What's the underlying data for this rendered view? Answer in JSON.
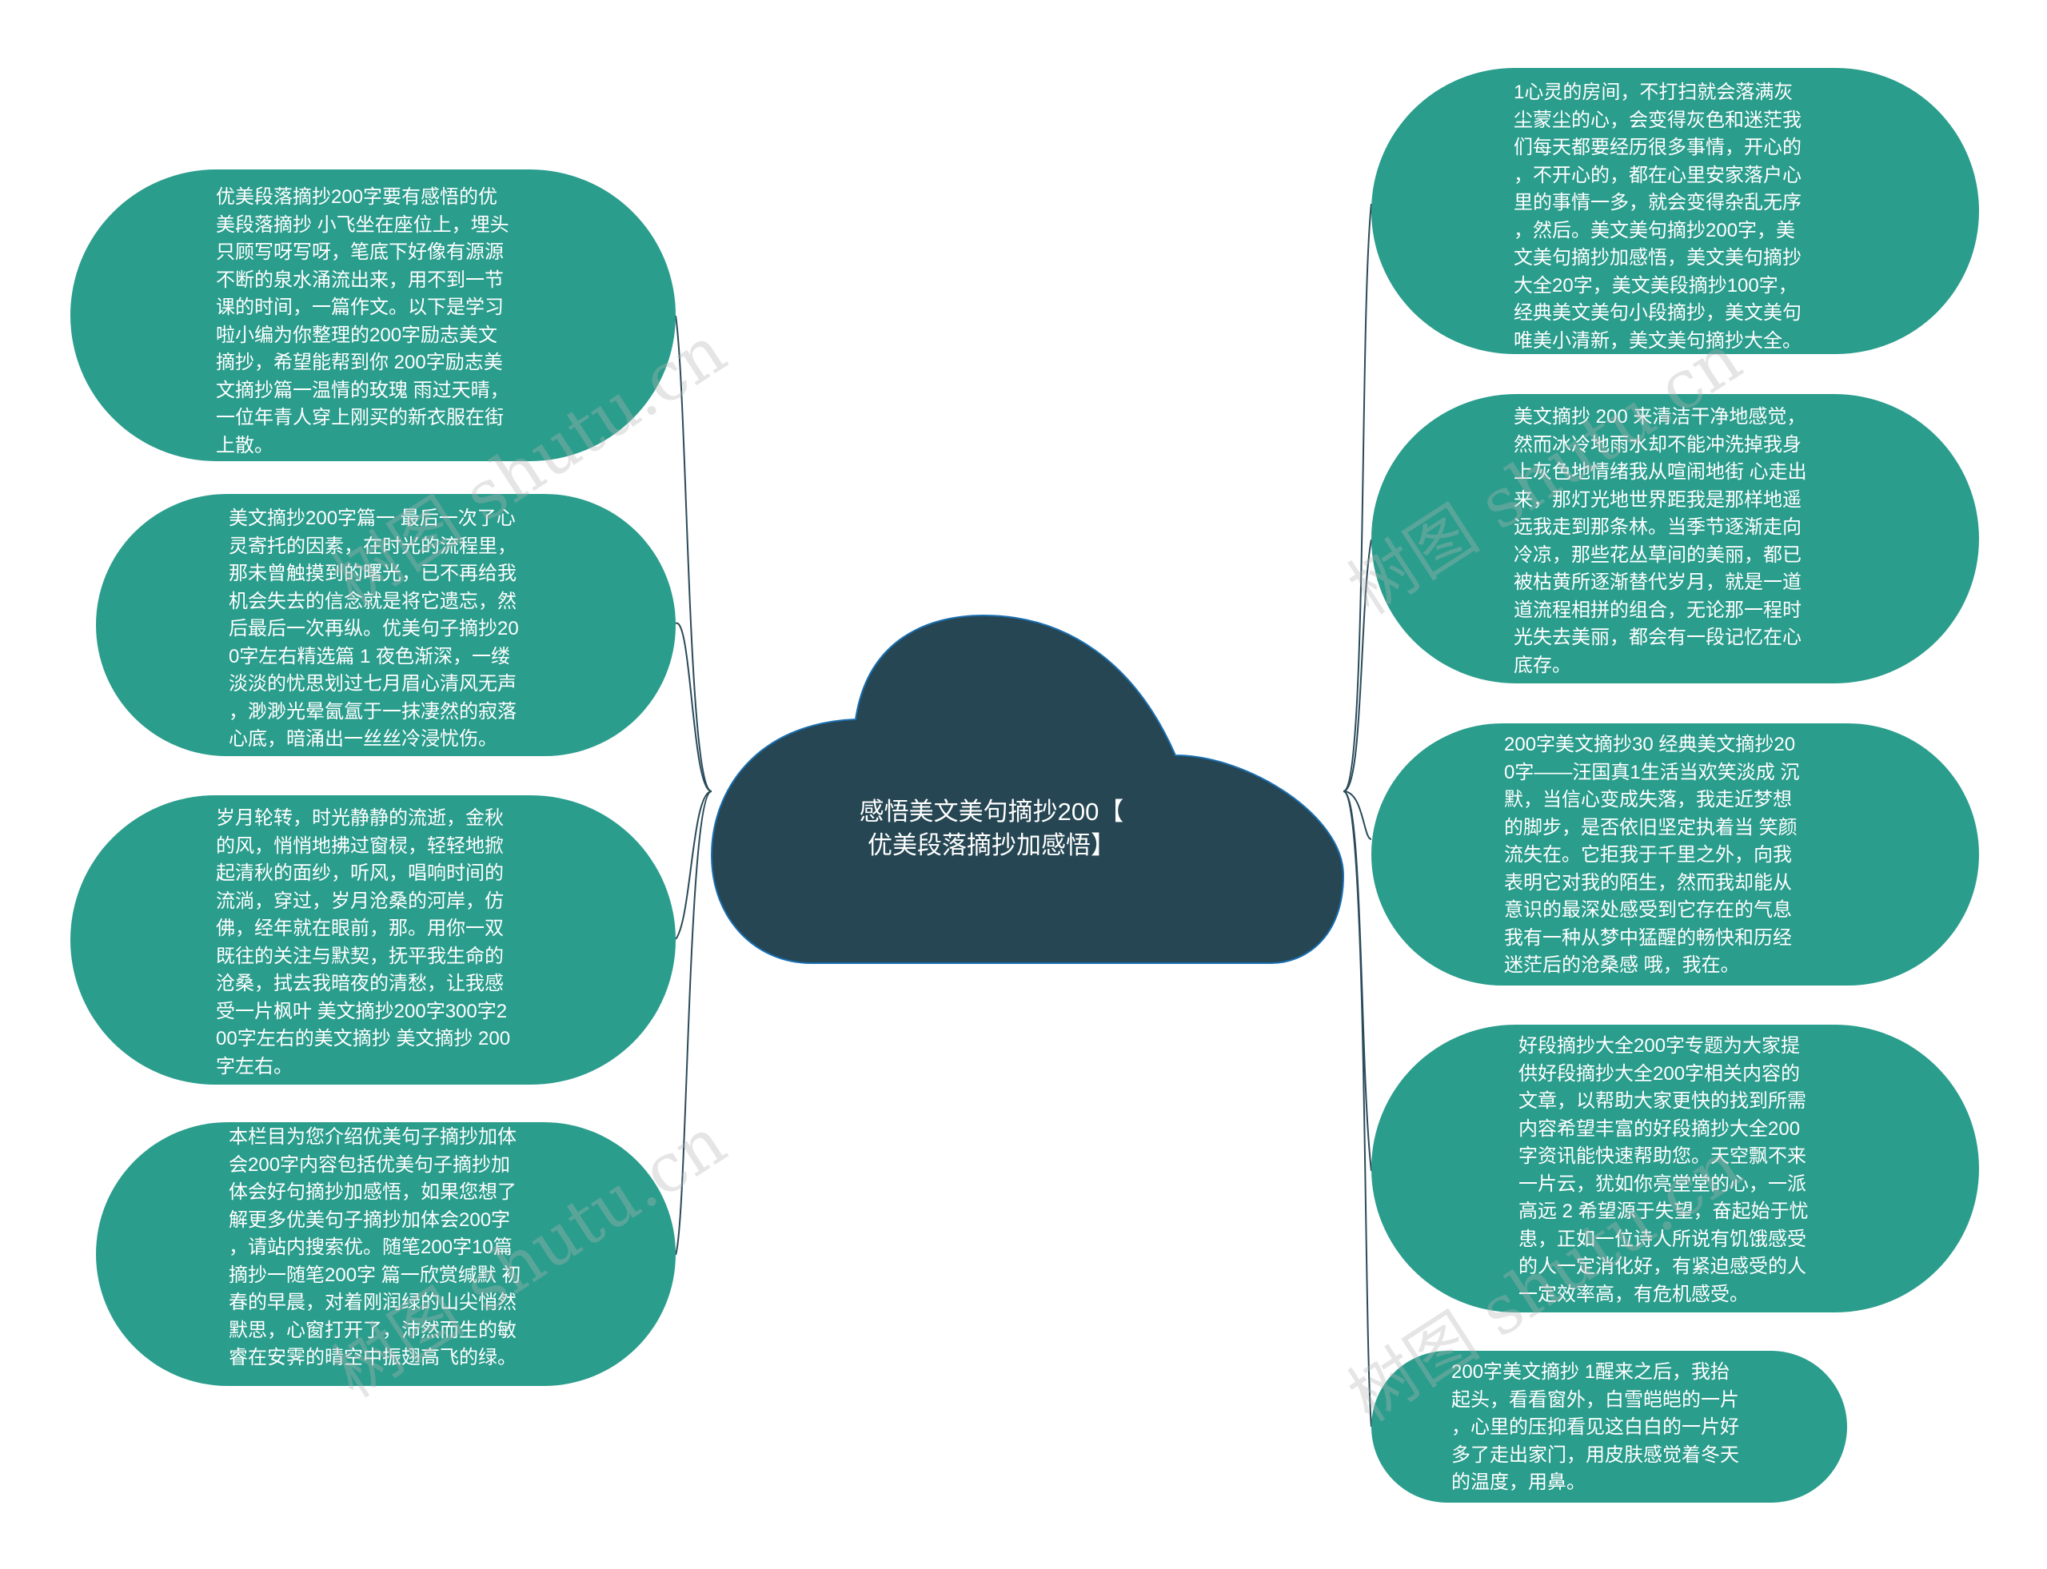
{
  "central": {
    "title_line1": "感悟美文美句摘抄200【",
    "title_line2": "优美段落摘抄加感悟】"
  },
  "left_nodes": [
    {
      "text": "优美段落摘抄200字要有感悟的优\n美段落摘抄 小飞坐在座位上，埋头\n只顾写呀写呀，笔底下好像有源源\n不断的泉水涌流出来，用不到一节\n课的时间，一篇作文。以下是学习\n啦小编为你整理的200字励志美文\n摘抄，希望能帮到你 200字励志美\n文摘抄篇一温情的玫瑰 雨过天晴，\n一位年青人穿上刚买的新衣服在街\n上散。"
    },
    {
      "text": "美文摘抄200字篇一 最后一次了心\n灵寄托的因素，在时光的流程里，\n那未曾触摸到的曙光，已不再给我\n机会失去的信念就是将它遗忘，然\n后最后一次再纵。优美句子摘抄20\n0字左右精选篇 1 夜色渐深，一缕\n淡淡的忧思划过七月眉心清风无声\n，渺渺光晕氤氲于一抹凄然的寂落\n心底，暗涌出一丝丝冷浸忧伤。"
    },
    {
      "text": "岁月轮转，时光静静的流逝，金秋\n的风，悄悄地拂过窗棂，轻轻地掀\n起清秋的面纱，听风，唱响时间的\n流淌，穿过，岁月沧桑的河岸，仿\n佛，经年就在眼前，那。用你一双\n既往的关注与默契，抚平我生命的\n沧桑，拭去我暗夜的清愁，让我感\n受一片枫叶 美文摘抄200字300字2\n00字左右的美文摘抄 美文摘抄 200\n字左右。"
    },
    {
      "text": "本栏目为您介绍优美句子摘抄加体\n会200字内容包括优美句子摘抄加\n体会好句摘抄加感悟，如果您想了\n解更多优美句子摘抄加体会200字\n，请站内搜索优。随笔200字10篇\n摘抄一随笔200字 篇一欣赏缄默 初\n春的早晨，对着刚润绿的山尖悄然\n默思，心窗打开了，沛然而生的敏\n睿在安霁的晴空中振翅高飞的绿。"
    }
  ],
  "right_nodes": [
    {
      "text": "1心灵的房间，不打扫就会落满灰\n尘蒙尘的心，会变得灰色和迷茫我\n们每天都要经历很多事情，开心的\n，不开心的，都在心里安家落户心\n里的事情一多，就会变得杂乱无序\n，然后。美文美句摘抄200字，美\n文美句摘抄加感悟，美文美句摘抄\n大全20字，美文美段摘抄100字，\n经典美文美句小段摘抄，美文美句\n唯美小清新，美文美句摘抄大全。"
    },
    {
      "text": "美文摘抄 200 来清洁干净地感觉，\n然而冰冷地雨水却不能冲洗掉我身\n上灰色地情绪我从喧闹地街 心走出\n来，那灯光地世界距我是那样地遥\n远我走到那条林。当季节逐渐走向\n冷凉，那些花丛草间的美丽，都已\n被枯黄所逐渐替代岁月，就是一道\n道流程相拼的组合，无论那一程时\n光失去美丽，都会有一段记忆在心\n底存。"
    },
    {
      "text": "200字美文摘抄30 经典美文摘抄20\n0字——汪国真1生活当欢笑淡成 沉\n默，当信心变成失落，我走近梦想\n的脚步，是否依旧坚定执着当 笑颜\n流失在。它拒我于千里之外，向我\n表明它对我的陌生，然而我却能从\n意识的最深处感受到它存在的气息\n我有一种从梦中猛醒的畅快和历经\n迷茫后的沧桑感 哦，我在。"
    },
    {
      "text": "好段摘抄大全200字专题为大家提\n供好段摘抄大全200字相关内容的\n文章，以帮助大家更快的找到所需\n内容希望丰富的好段摘抄大全200\n字资讯能快速帮助您。天空飘不来\n一片云，犹如你亮堂堂的心，一派\n高远 2 希望源于失望，奋起始于忧\n患，正如一位诗人所说有饥饿感受\n的人一定消化好，有紧迫感受的人\n一定效率高，有危机感受。"
    },
    {
      "text": "200字美文摘抄 1醒来之后，我抬\n起头，看看窗外，白雪皑皑的一片\n，心里的压抑看见这白白的一片好\n多了走出家门，用皮肤感觉着冬天\n的温度，用鼻。"
    }
  ],
  "watermarks": [
    "树图 shutu.cn",
    "树图 shutu.cn",
    "树图 shutu.cn",
    "树图 shutu.cn"
  ],
  "colors": {
    "node_fill": "#2a9d8c",
    "cloud_fill": "#264653",
    "connector": "#2a4a5a",
    "text": "#ffffff"
  }
}
